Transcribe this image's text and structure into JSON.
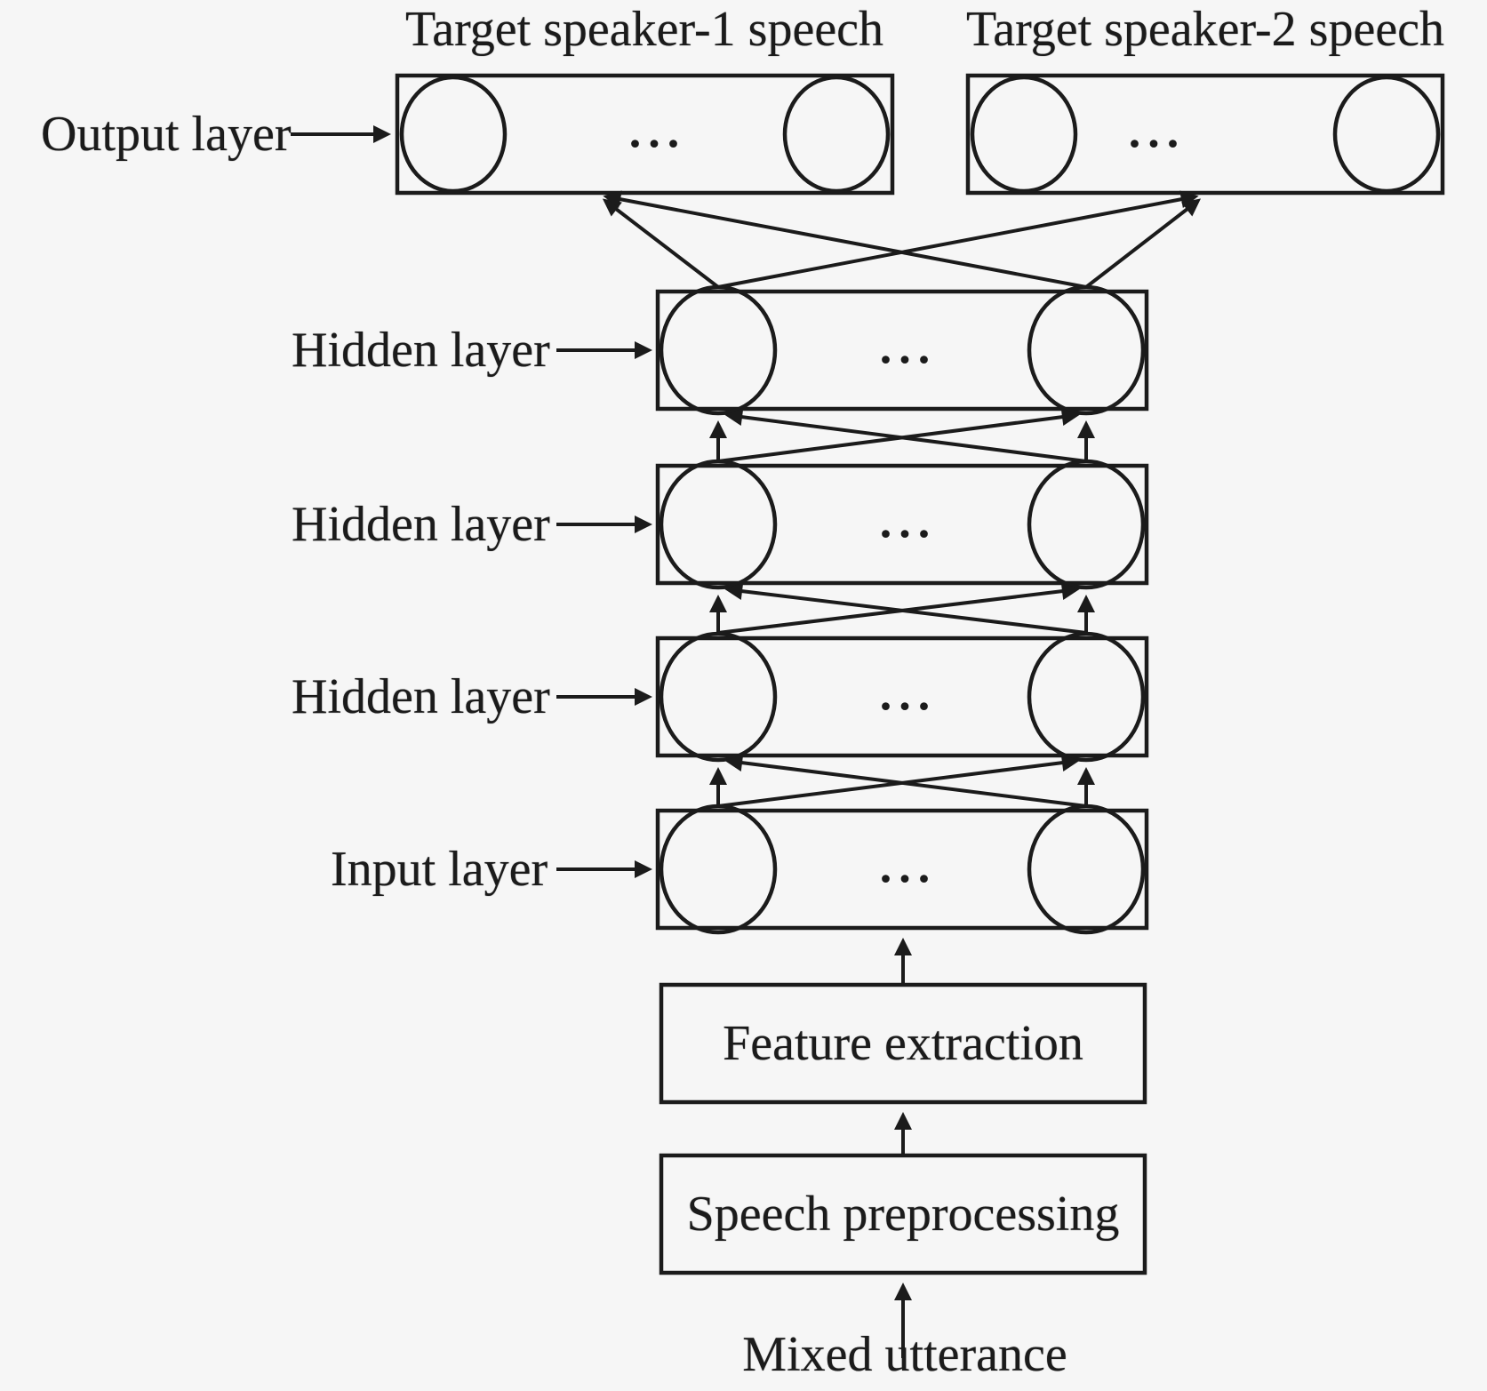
{
  "figure": {
    "colors": {
      "ink": "#1b1b1b",
      "background": "#f6f6f6"
    },
    "top_labels": {
      "speaker1": "Target speaker-1 speech",
      "speaker2": "Target speaker-2 speech"
    },
    "layer_labels": {
      "output": "Output layer",
      "hidden_top": "Hidden layer",
      "hidden_middle": "Hidden layer",
      "hidden_bottom": "Hidden layer",
      "input": "Input layer"
    },
    "process_boxes": {
      "feature_extraction": "Feature extraction",
      "speech_preprocessing": "Speech preprocessing"
    },
    "source_label": "Mixed utterance",
    "ellipsis": "..."
  }
}
